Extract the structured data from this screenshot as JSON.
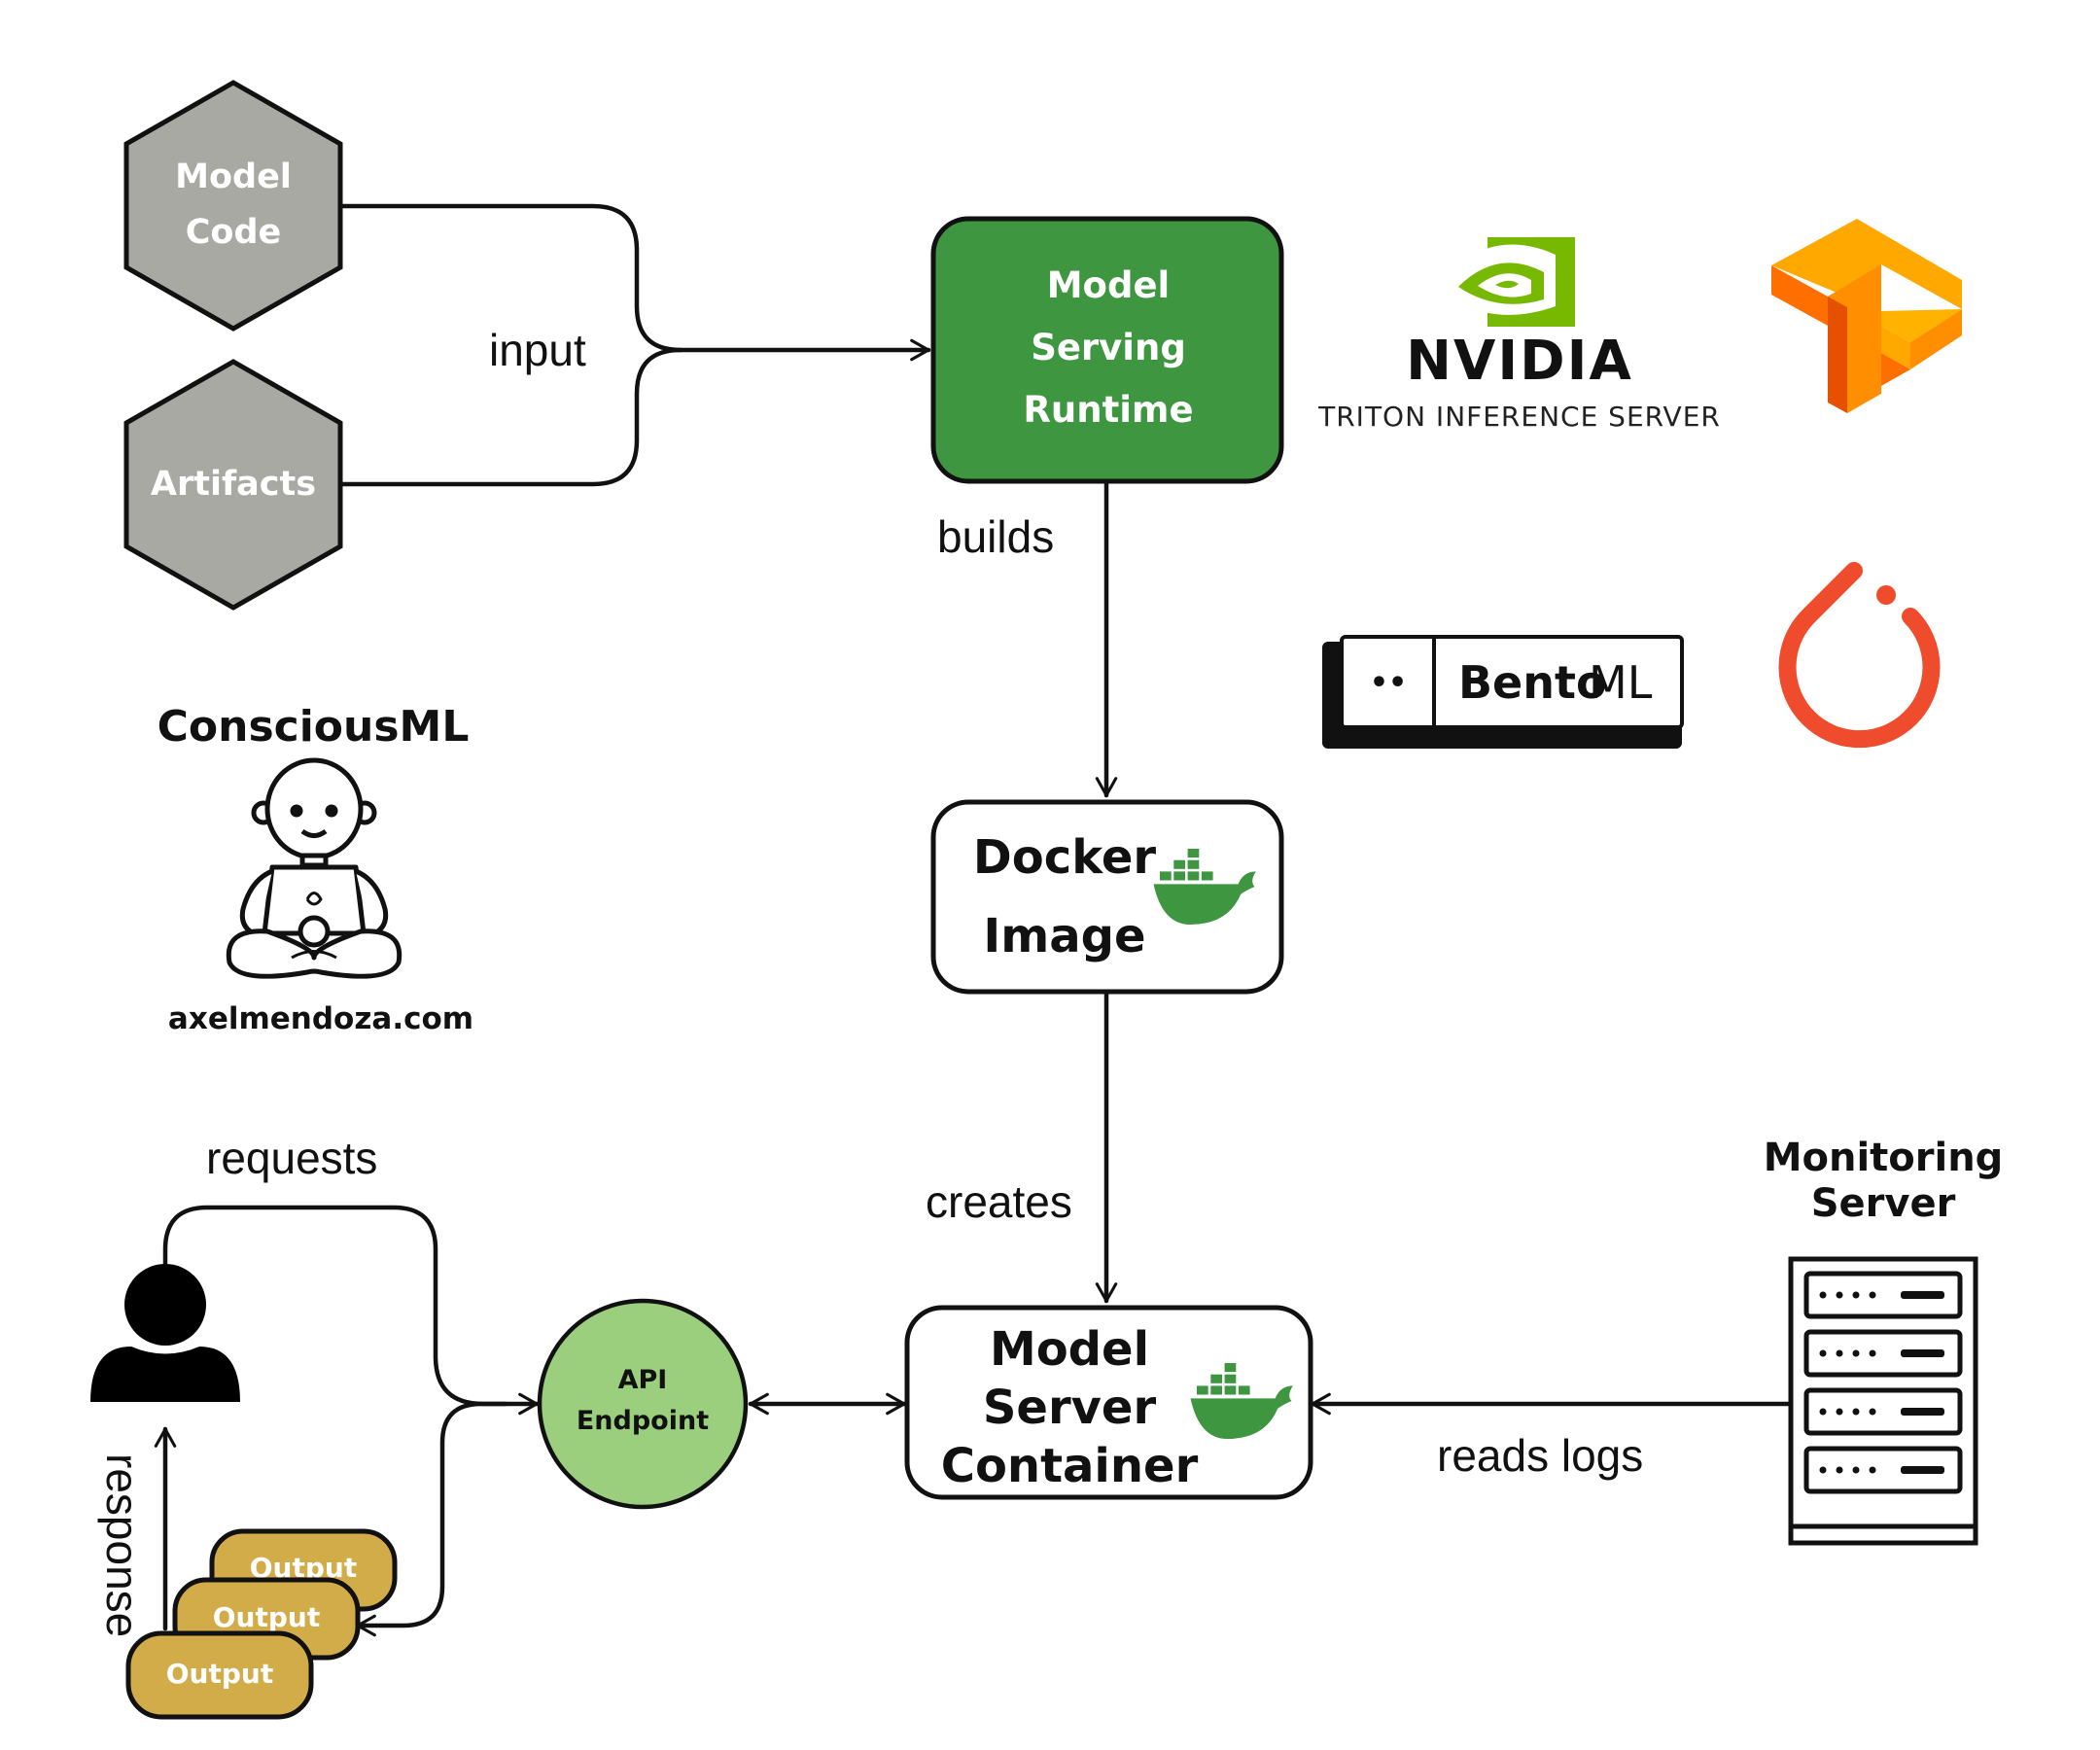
{
  "nodes": {
    "model_code": [
      "Model",
      "Code"
    ],
    "artifacts": "Artifacts",
    "runtime": [
      "Model",
      "Serving",
      "Runtime"
    ],
    "docker_image": [
      "Docker",
      "Image"
    ],
    "model_server": [
      "Model",
      "Server",
      "Container"
    ],
    "api_endpoint": [
      "API",
      "Endpoint"
    ],
    "outputs": [
      "Output",
      "Output",
      "Output"
    ],
    "monitoring": [
      "Monitoring",
      "Server"
    ]
  },
  "edges": {
    "input": "input",
    "builds": "builds",
    "creates": "creates",
    "requests": "requests",
    "response": "response",
    "reads_logs": "reads logs"
  },
  "branding": {
    "title": "ConsciousML",
    "website": "axelmendoza.com"
  },
  "logos": {
    "nvidia_wordmark": "NVIDIA",
    "triton": "TRITON INFERENCE SERVER",
    "bento_bold": "Bento",
    "bento_light": "ML",
    "bento_dots": "••"
  },
  "colors": {
    "runtime_green": "#3e9640",
    "hexagon_gray": "#a7a9a2",
    "api_green": "#9bcf7e",
    "output_gold": "#d2ac48",
    "docker_green": "#3e9640",
    "nvidia_green": "#76b900",
    "pytorch_red": "#ee4c2c",
    "tensorflow_orange": "#ff8f00"
  },
  "icons": [
    "docker-whale-icon",
    "user-icon",
    "server-rack-icon",
    "robot-mascot-icon",
    "nvidia-eye-icon",
    "tensorflow-icon",
    "pytorch-icon",
    "bentoml-icon"
  ]
}
